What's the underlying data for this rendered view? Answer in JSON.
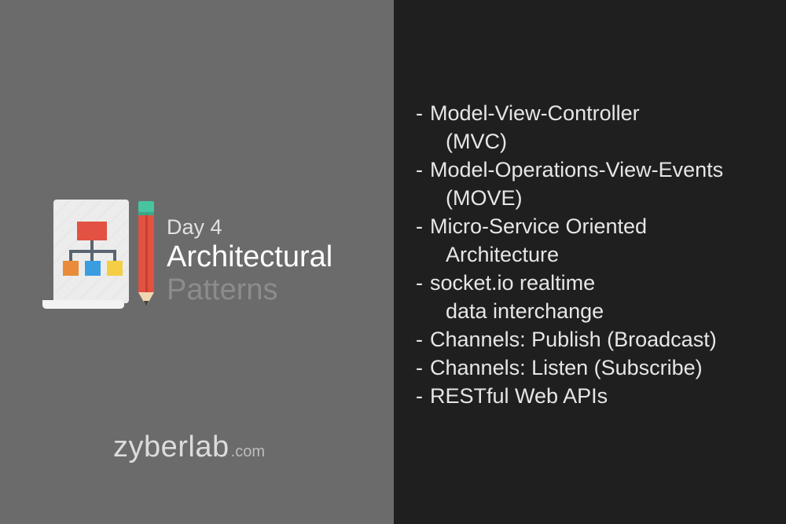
{
  "title_block": {
    "day": "Day 4",
    "title": "Architectural",
    "subtitle": "Patterns"
  },
  "logo": {
    "main": "zyberlab",
    "tld": ".com"
  },
  "topics": [
    {
      "dash": "-",
      "line1": "Model-View-Controller",
      "line2": "(MVC)"
    },
    {
      "dash": "-",
      "line1": "Model-Operations-View-Events",
      "line2": "(MOVE)"
    },
    {
      "dash": "-",
      "line1": "Micro-Service Oriented",
      "line2": "Architecture"
    },
    {
      "dash": "-",
      "line1": "socket.io realtime",
      "line2": "data interchange"
    },
    {
      "dash": "-",
      "line1": "Channels: Publish (Broadcast)",
      "line2": ""
    },
    {
      "dash": "-",
      "line1": "Channels: Listen (Subscribe)",
      "line2": ""
    },
    {
      "dash": "-",
      "line1": "RESTful Web APIs",
      "line2": ""
    }
  ],
  "colors": {
    "left_bg": "#6b6b6b",
    "right_bg": "#1f1f1f",
    "diagram_red": "#e25141",
    "diagram_orange": "#e98b39",
    "diagram_blue": "#3a9de0",
    "diagram_yellow": "#f4cf44",
    "pencil_green": "#48c4a0"
  },
  "icons": {
    "illustration": "flowchart-document-with-pencil-icon"
  }
}
